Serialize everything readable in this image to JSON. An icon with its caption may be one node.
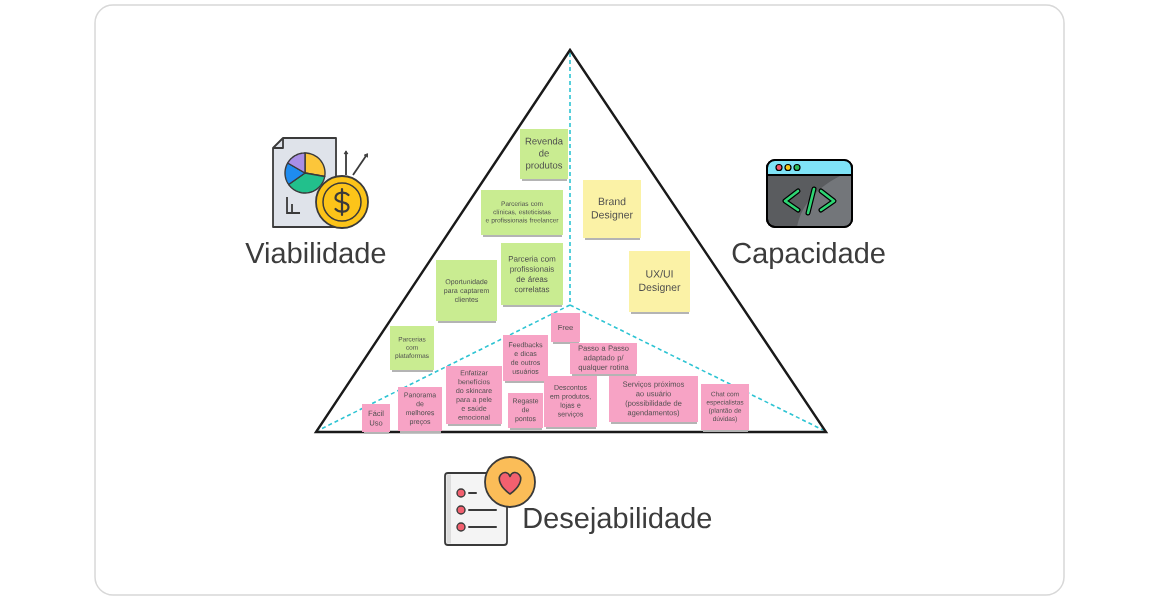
{
  "diagram": {
    "nodes": [
      {
        "text": [
          "Revenda de produtos"
        ]
      },
      {
        "text": [
          "Brand Designer"
        ]
      },
      {
        "text": [
          "Parcerias com clínicas, esteticistas e profissionais freelancer"
        ]
      },
      {
        "text": [
          "Parceria com profissionais de áreas correlatas"
        ]
      },
      {
        "text": [
          "UX/UI Designer"
        ]
      },
      {
        "text": [
          "Oportunidade para captarem clientes"
        ]
      },
      {
        "text": [
          "Free"
        ]
      },
      {
        "text": [
          "Parcerias com plataformas"
        ]
      },
      {
        "text": [
          "Feedbacks e dicas de outros usuários"
        ]
      },
      {
        "text": [
          "Passo a Passo adaptado p/ qualquer rotina"
        ]
      },
      {
        "text": [
          "Enfatizar benefícios do skincare para a pele e saúde emocional"
        ]
      },
      {
        "text": [
          "Descontos em produtos, lojas e serviços"
        ]
      },
      {
        "text": [
          "Serviços próximos ao usuário (possibilidade de agendamentos)"
        ]
      },
      {
        "text": [
          "Chat com especialistas (plantão de dúvidas)"
        ]
      },
      {
        "text": [
          "Panorama de melhores preços"
        ]
      },
      {
        "text": [
          "Regaste de pontos"
        ]
      },
      {
        "text": [
          "Fácil Uso"
        ]
      }
    ],
    "labels": [
      "Viabilidade",
      "Capacidade",
      "Desejabilidade"
    ]
  }
}
